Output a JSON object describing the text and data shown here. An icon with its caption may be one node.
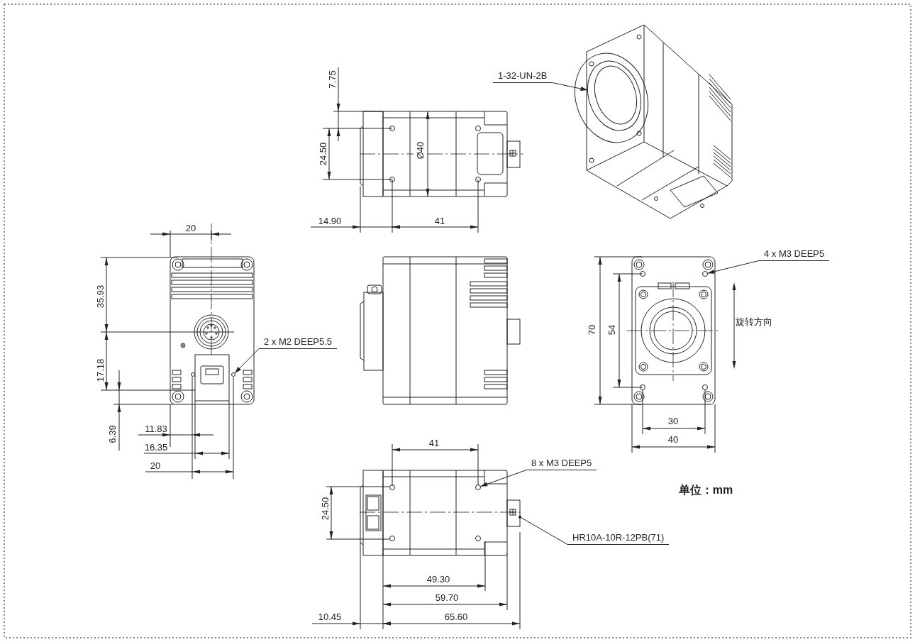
{
  "diagram": {
    "nodes": [
      {
        "text": [
          "1-32-UN-2B"
        ]
      },
      {
        "text": [
          "4 x M3 DEEP5"
        ]
      },
      {
        "text": [
          "2 x M2 DEEP5.5"
        ]
      },
      {
        "text": [
          "8 x M3 DEEP5"
        ]
      },
      {
        "text": [
          "HR10A-10R-12PB(71)"
        ]
      },
      {
        "text": [],
        "shape": "circle"
      },
      {
        "text": [],
        "shape": "circle"
      },
      {
        "text": [],
        "shape": "circle"
      },
      {
        "text": [],
        "shape": "circle"
      },
      {
        "text": [],
        "shape": "box"
      }
    ],
    "edges": [
      {
        "from": 0,
        "to": 7,
        "arrow": "to"
      },
      {
        "from": 1,
        "to": 8,
        "arrow": "to"
      },
      {
        "from": 2,
        "to": 5,
        "arrow": "to"
      },
      {
        "from": 3,
        "to": 6,
        "arrow": "to"
      },
      {
        "from": 4,
        "to": 9,
        "arrow": "other"
      }
    ],
    "labels": [
      "7.75",
      "24.50",
      "Ø40",
      "14.90",
      "41",
      "20",
      "35.93",
      "17.18",
      "6.39",
      "11.83",
      "16.35",
      "20",
      "70",
      "54",
      "旋转方向",
      "30",
      "40",
      "41",
      "24.50",
      "单位：mm",
      "49.30",
      "59.70",
      "10.45",
      "65.60"
    ]
  }
}
